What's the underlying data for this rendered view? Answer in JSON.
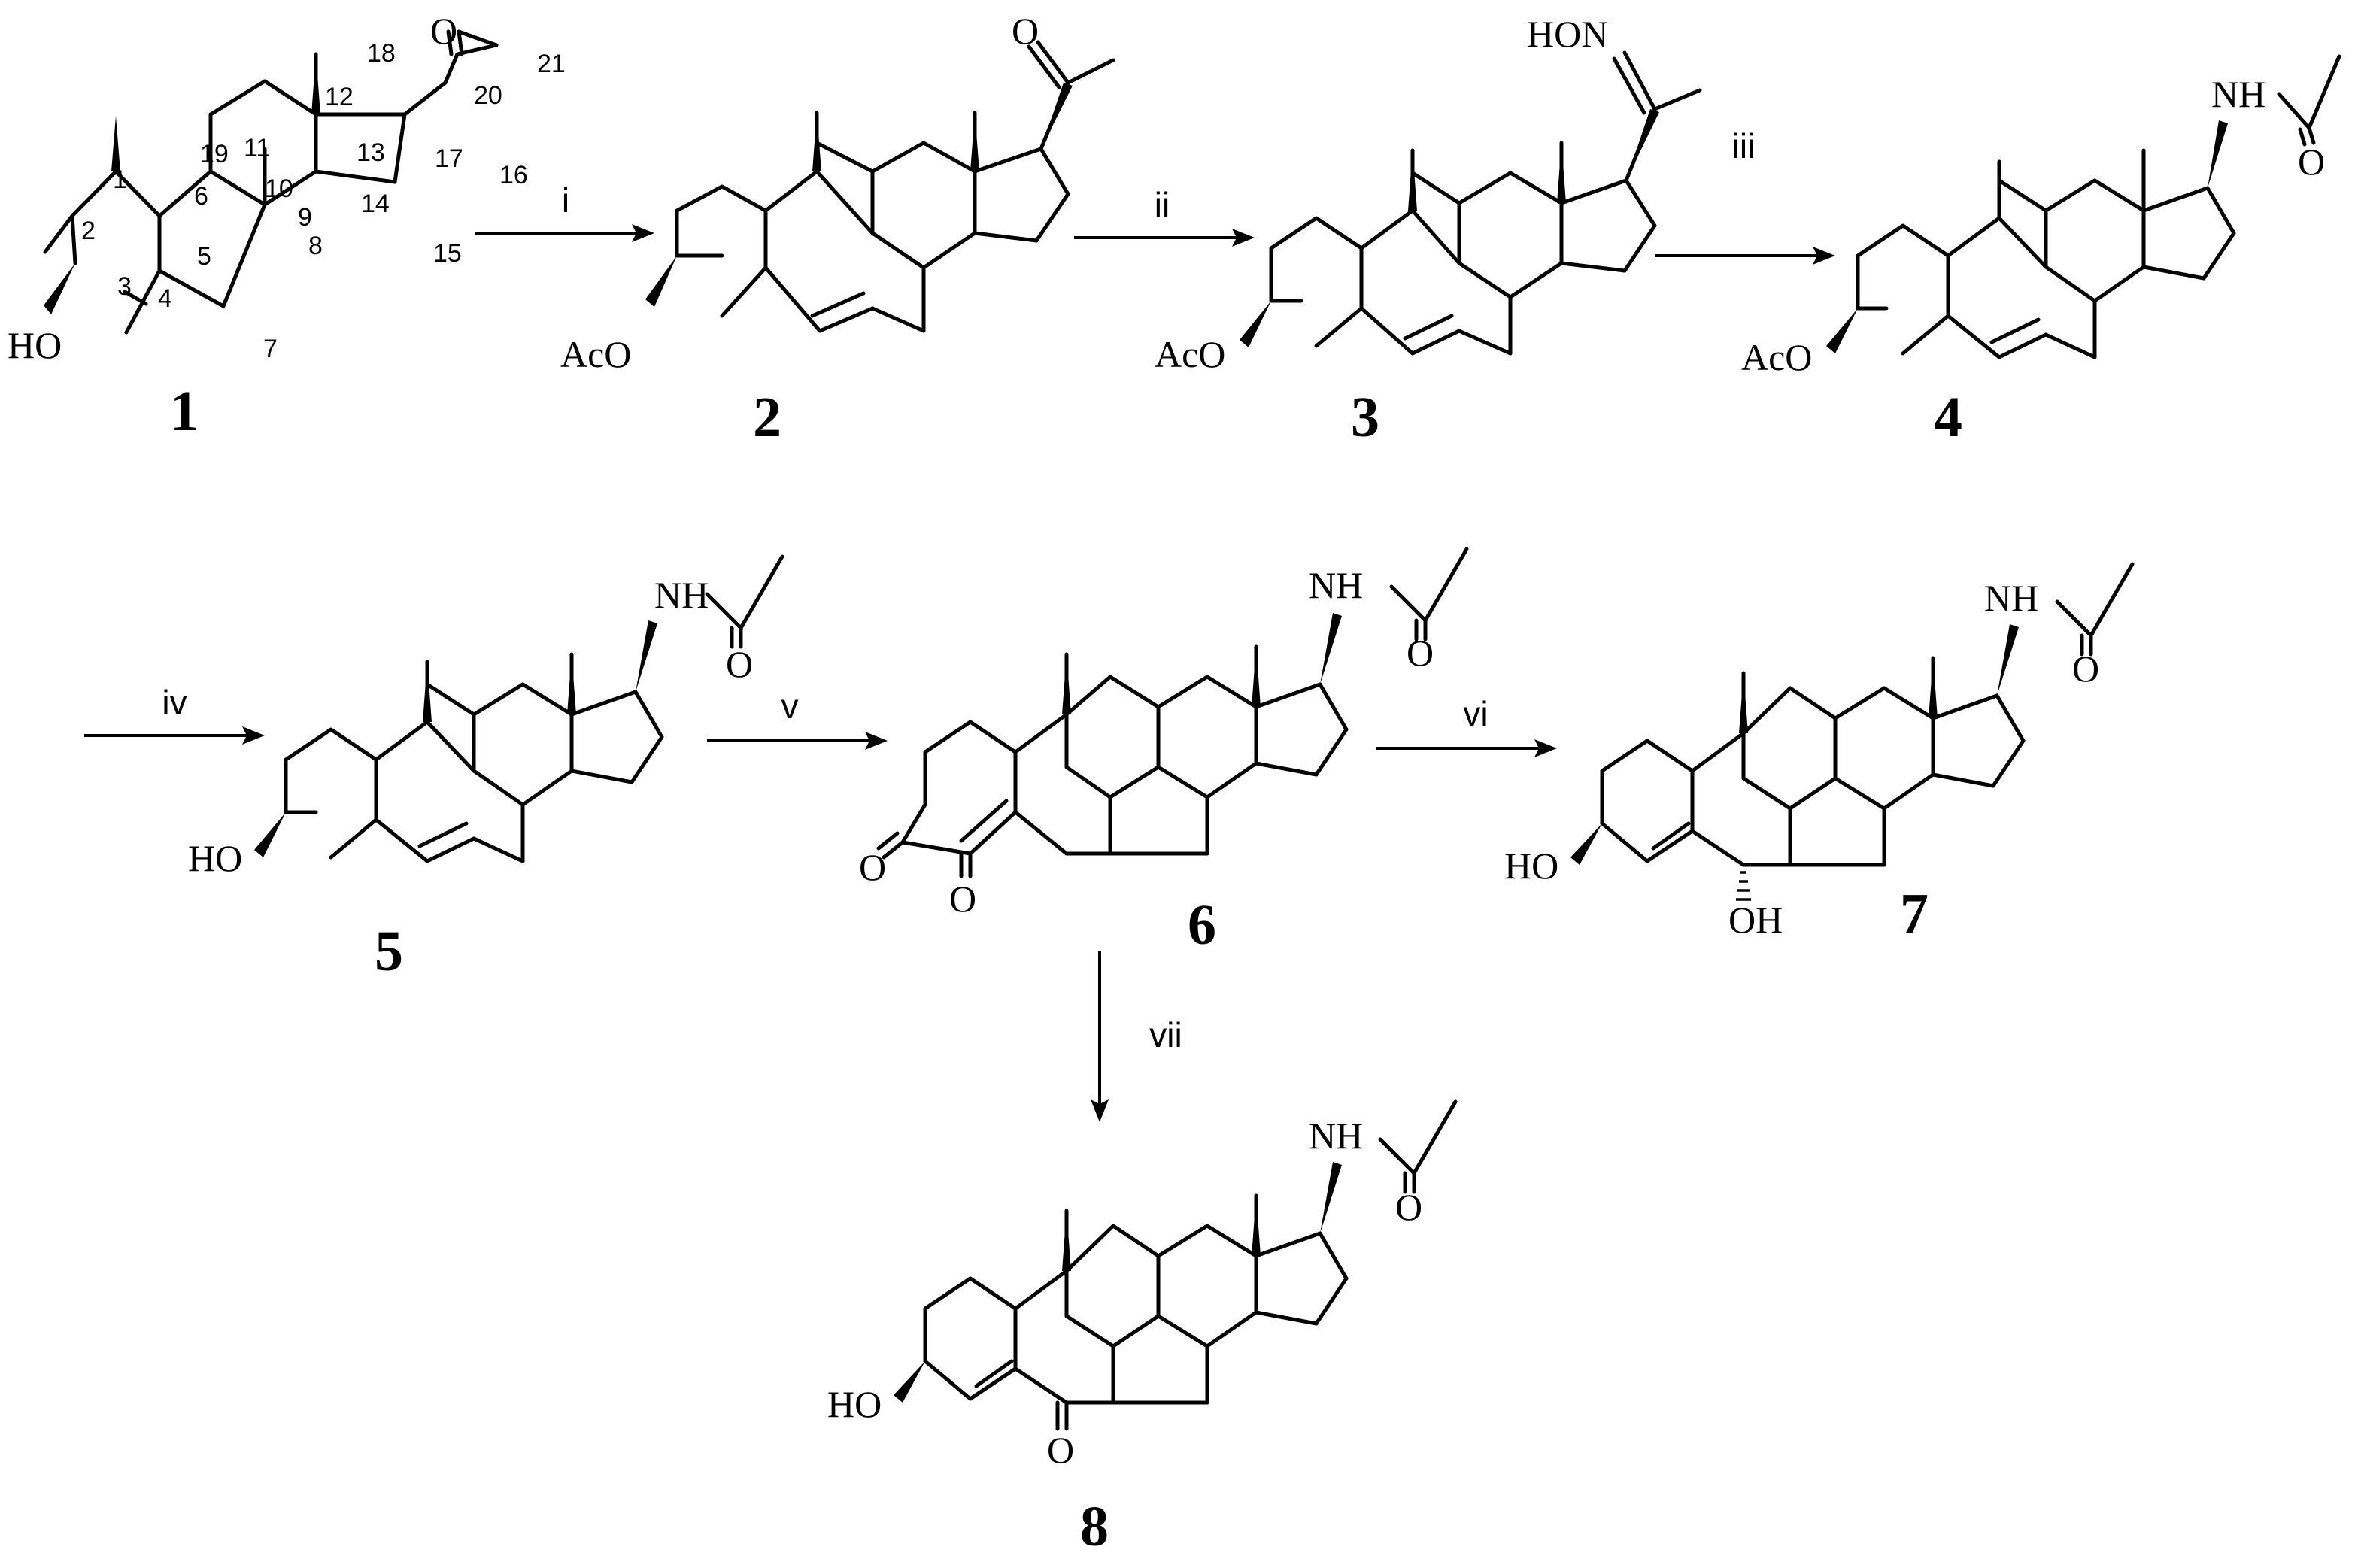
{
  "scheme": {
    "steps": [
      {
        "label": "i"
      },
      {
        "label": "ii"
      },
      {
        "label": "iii"
      },
      {
        "label": "iv"
      },
      {
        "label": "v"
      },
      {
        "label": "vi"
      },
      {
        "label": "vii"
      }
    ],
    "compounds": [
      {
        "label": "1",
        "substituent_3": "HO",
        "top_group": "O"
      },
      {
        "label": "2",
        "substituent_3": "AcO"
      },
      {
        "label": "3",
        "substituent_3": "AcO",
        "top_group": "HON"
      },
      {
        "label": "4",
        "substituent_3": "AcO",
        "top_group": "NH"
      },
      {
        "label": "5",
        "substituent_3": "HO",
        "top_group": "NH",
        "carbonyl_o": "O"
      },
      {
        "label": "6",
        "top_group": "NH",
        "carbonyl_o": "O",
        "ketone_3": "O",
        "ketone_6": "O"
      },
      {
        "label": "7",
        "substituent_3": "HO",
        "substituent_6": "OH",
        "top_group": "NH",
        "carbonyl_o": "O"
      },
      {
        "label": "8",
        "substituent_3": "HO",
        "ketone_6": "O",
        "top_group": "NH",
        "carbonyl_o": "O"
      }
    ],
    "numbering": {
      "c1": "1",
      "c2": "2",
      "c3": "3",
      "c4": "4",
      "c5": "5",
      "c6": "6",
      "c7": "7",
      "c8": "8",
      "c9": "9",
      "c10": "10",
      "c11": "11",
      "c12": "12",
      "c13": "13",
      "c14": "14",
      "c15": "15",
      "c16": "16",
      "c17": "17",
      "c18": "18",
      "c19": "19",
      "c20": "20",
      "c21": "21"
    }
  }
}
